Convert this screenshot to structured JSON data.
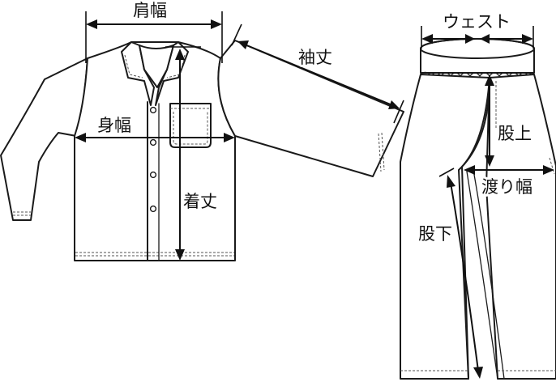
{
  "labels": {
    "shoulder_width": "肩幅",
    "sleeve_length": "袖丈",
    "body_width": "身幅",
    "garment_length": "着丈",
    "waist": "ウェスト",
    "rise": "股上",
    "thigh_width": "渡り幅",
    "inseam": "股下"
  }
}
